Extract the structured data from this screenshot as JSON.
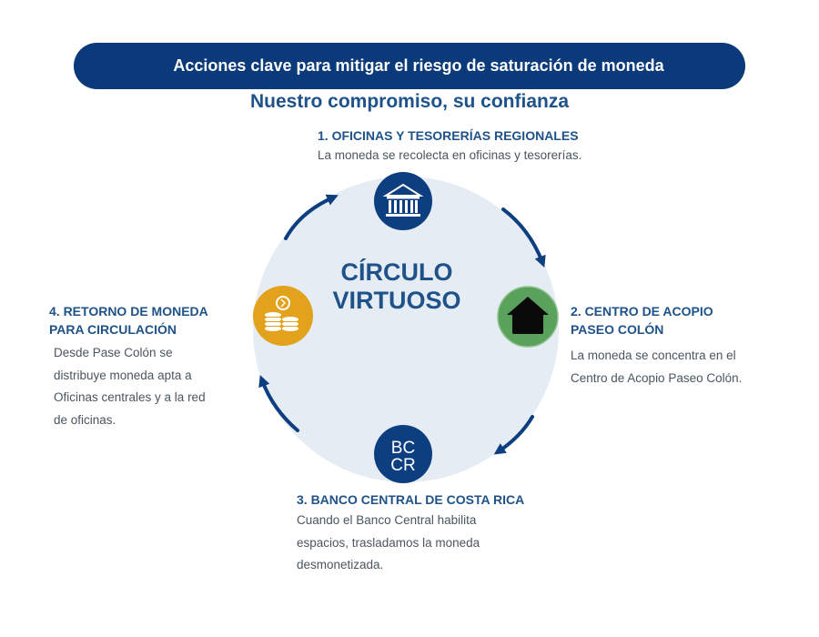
{
  "header": {
    "banner": "Acciones clave para mitigar el riesgo de saturación de moneda",
    "subtitle": "Nuestro compromiso, su confianza"
  },
  "center": {
    "line1": "CÍRCULO",
    "line2": "VIRTUOSO"
  },
  "steps": [
    {
      "title": "1. OFICINAS Y TESORERÍAS REGIONALES",
      "text": "La moneda se recolecta en oficinas y tesorerías.",
      "icon": "bank-building-icon"
    },
    {
      "title_line1": "2. CENTRO DE ACOPIO",
      "title_line2": "PASEO COLÓN",
      "text_line1": "La moneda se concentra en el",
      "text_line2": "Centro de Acopio Paseo Colón.",
      "icon": "house-icon"
    },
    {
      "title": "3. BANCO CENTRAL DE COSTA RICA",
      "text_line1": "Cuando el Banco Central habilita",
      "text_line2": "espacios, trasladamos la moneda",
      "text_line3": "desmonetizada.",
      "icon": "bccr-logo",
      "logo_line1": "BC",
      "logo_line2": "CR"
    },
    {
      "title_line1": "4. RETORNO DE MONEDA",
      "title_line2": "PARA CIRCULACIÓN",
      "text_line1": "Desde Pase Colón se",
      "text_line2": "distribuye moneda apta a",
      "text_line3": "Oficinas centrales y a la red",
      "text_line4": "de oficinas.",
      "icon": "coins-icon"
    }
  ],
  "colors": {
    "navy": "#0a3a7a",
    "title_blue": "#1e5289",
    "circle_fill": "#e6ecf4",
    "icon_blue": "#0d3f80",
    "green": "#5aa25c",
    "gold": "#e2a21b"
  }
}
